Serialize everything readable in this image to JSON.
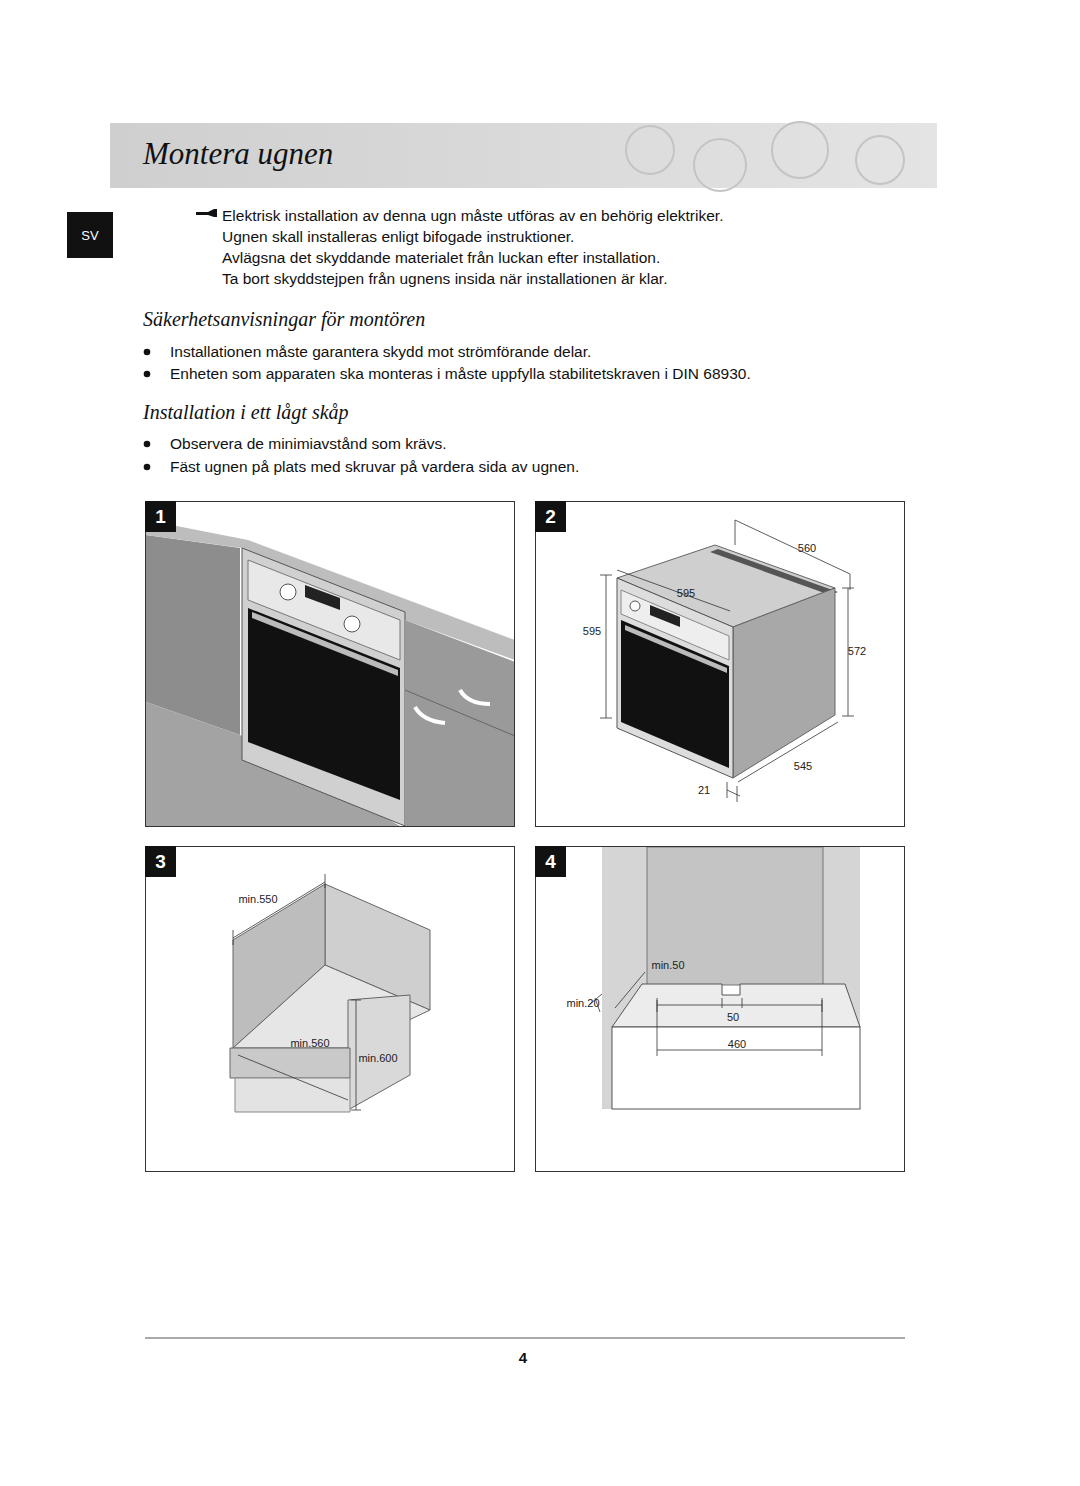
{
  "diagram": {
    "title": "Montera ugnen",
    "nodes": [
      {
        "text": [
          "SV"
        ]
      },
      {
        "text": [
          "1"
        ]
      },
      {
        "text": [
          "2"
        ]
      },
      {
        "text": [
          "3"
        ]
      },
      {
        "text": [
          "4"
        ]
      }
    ],
    "labels": [
      "Elektrisk installation av denna ugn måste utföras av en behörig elektriker.",
      "Ugnen skall installeras enligt bifogade instruktioner.",
      "Avlägsna det skyddande materialet från luckan efter installation.",
      "Ta bort skyddstejpen från ugnens insida när installationen är klar.",
      "Säkerhetsanvisningar för montören",
      "Installationen måste garantera skydd mot strömförande delar.",
      "Enheten som apparaten ska monteras i måste uppfylla stabilitetskraven i DIN 68930.",
      "Installation i ett lågt skåp",
      "Observera de minimiavstånd som krävs.",
      "Fäst ugnen på plats med skruvar på vardera sida av ugnen.",
      "560",
      "595",
      "595",
      "572",
      "545",
      "21",
      "min.550",
      "min.560",
      "min.600",
      "min.50",
      "min.20",
      "50",
      "460",
      "4"
    ]
  }
}
